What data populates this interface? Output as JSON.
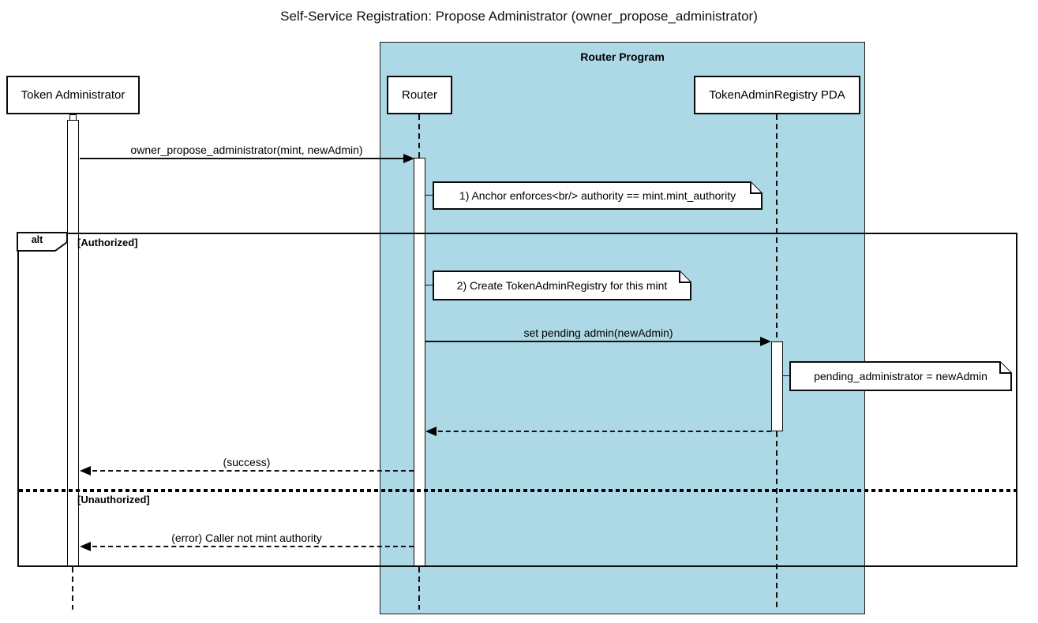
{
  "diagram": {
    "type": "sequence",
    "title": "Self-Service Registration: Propose Administrator (owner_propose_administrator)"
  },
  "group": {
    "label": "Router Program",
    "fill": "#ADD8E6"
  },
  "participants": [
    {
      "id": "token-administrator",
      "label": "Token Administrator"
    },
    {
      "id": "router",
      "label": "Router"
    },
    {
      "id": "token-admin-registry-pda",
      "label": "TokenAdminRegistry PDA"
    }
  ],
  "alt": {
    "operator": "alt",
    "guards": [
      "[Authorized]",
      "[Unauthorized]"
    ]
  },
  "messages": [
    {
      "from": "Token Administrator",
      "to": "Router",
      "label": "owner_propose_administrator(mint, newAdmin)",
      "style": "solid"
    },
    {
      "from": "Router",
      "to": "TokenAdminRegistry PDA",
      "label": "set pending admin(newAdmin)",
      "style": "solid"
    },
    {
      "from": "TokenAdminRegistry PDA",
      "to": "Router",
      "label": "",
      "style": "dashed-return"
    },
    {
      "from": "Router",
      "to": "Token Administrator",
      "label": "(success)",
      "style": "dashed-return"
    },
    {
      "from": "Router",
      "to": "Token Administrator",
      "label": "(error) Caller not mint authority",
      "style": "dashed-return"
    }
  ],
  "notes": [
    {
      "attached_to": "Router",
      "text": "1) Anchor enforces<br/> authority == mint.mint_authority"
    },
    {
      "attached_to": "Router",
      "text": "2) Create TokenAdminRegistry for this mint"
    },
    {
      "attached_to": "TokenAdminRegistry PDA",
      "text": "pending_administrator = newAdmin"
    }
  ],
  "colors": {
    "group_fill": "#ADD8E6",
    "line": "#000000",
    "note_fill": "#FFFFFF",
    "background": "#FFFFFF"
  }
}
